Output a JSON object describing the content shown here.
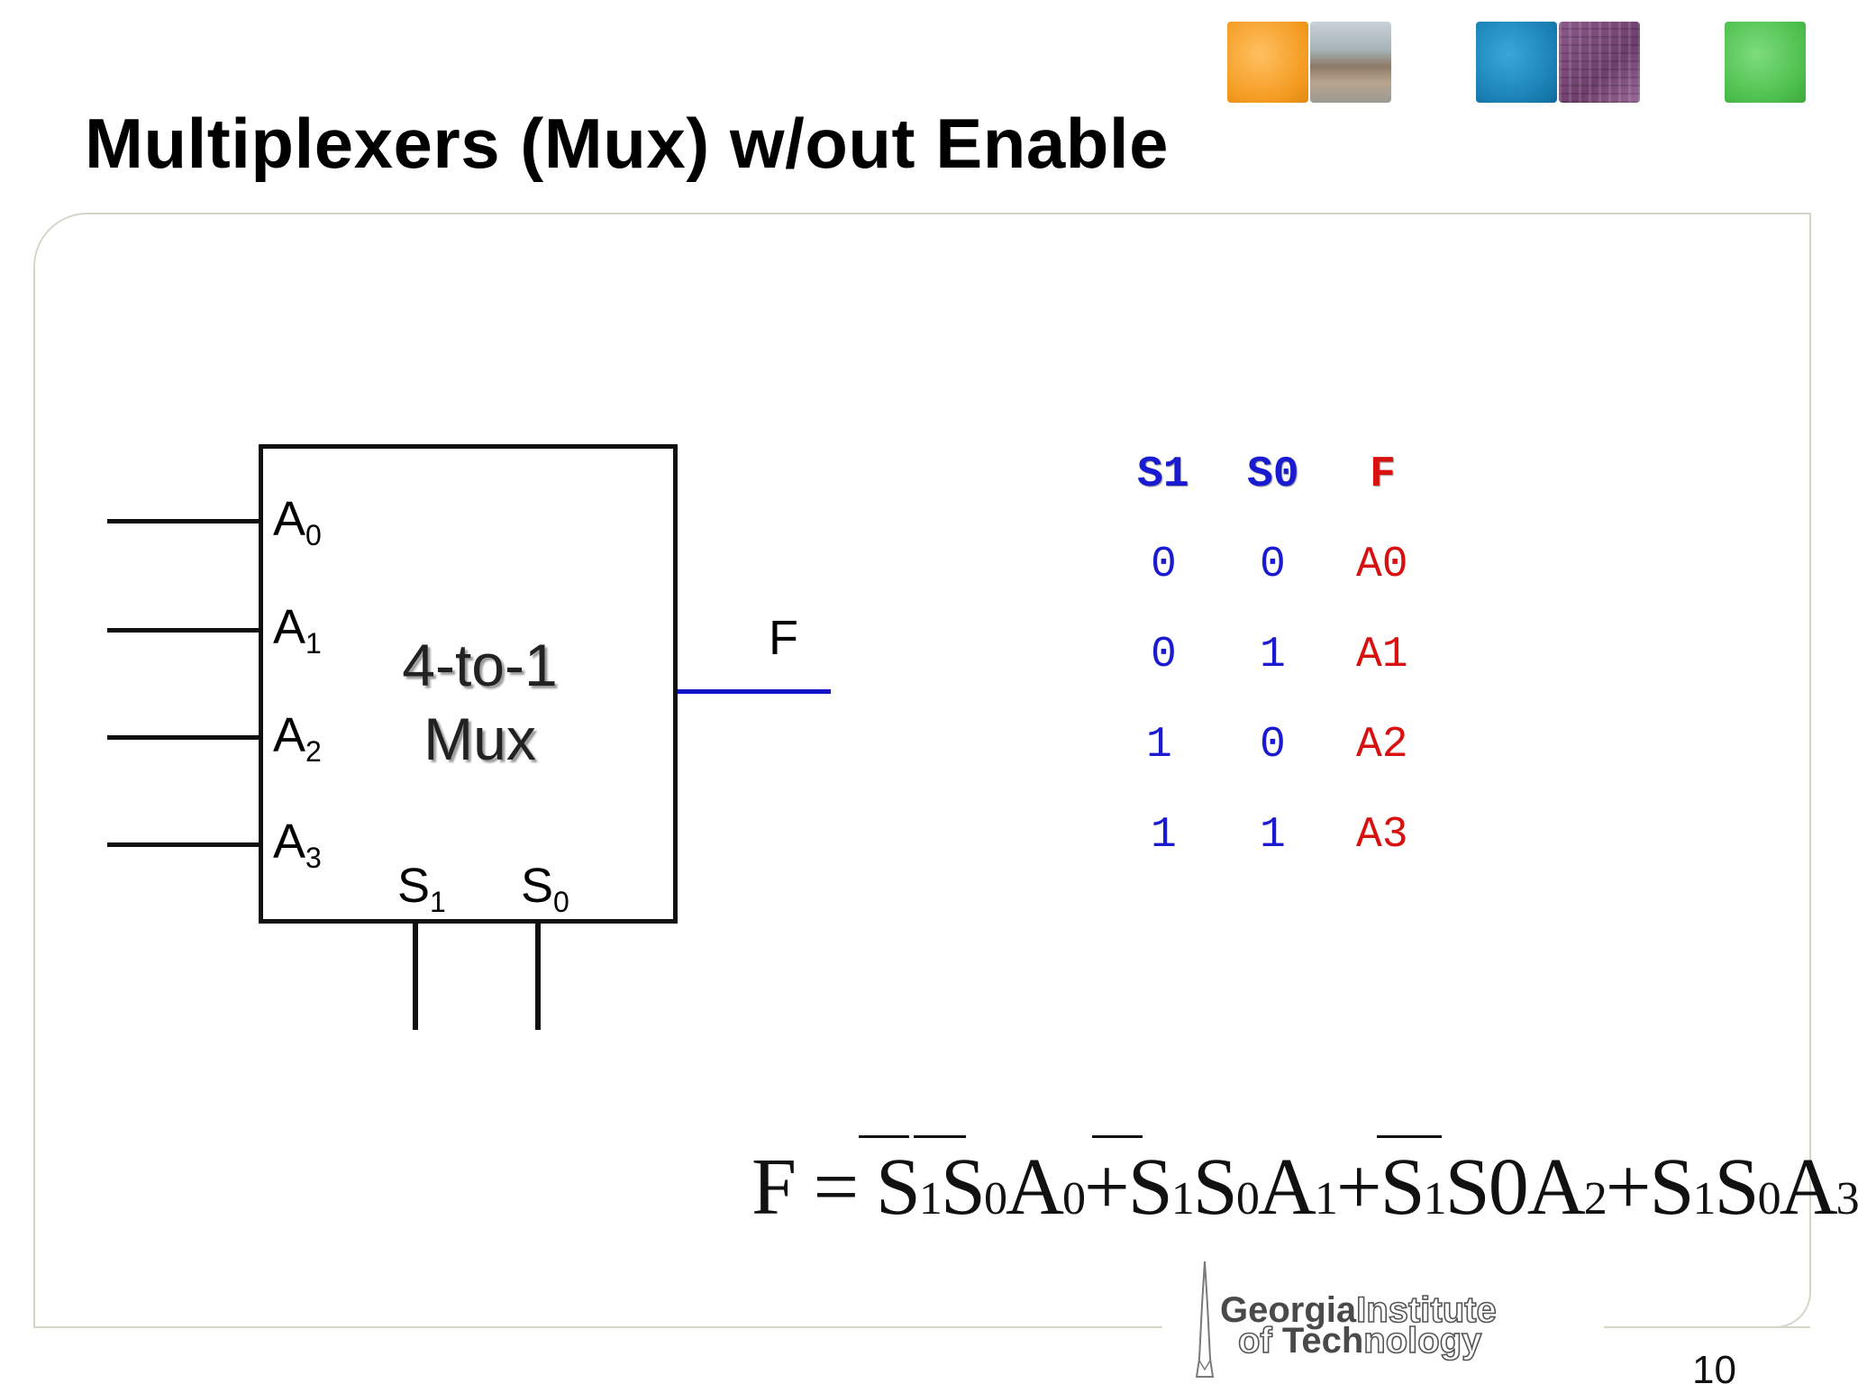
{
  "slide": {
    "title": "Multiplexers (Mux) w/out Enable",
    "page_number": "10"
  },
  "diagram": {
    "inputs": [
      {
        "letter": "A",
        "sub": "0"
      },
      {
        "letter": "A",
        "sub": "1"
      },
      {
        "letter": "A",
        "sub": "2"
      },
      {
        "letter": "A",
        "sub": "3"
      }
    ],
    "selects": [
      {
        "letter": "S",
        "sub": "1"
      },
      {
        "letter": "S",
        "sub": "0"
      }
    ],
    "label_line1": "4-to-1",
    "label_line2": "Mux",
    "output": "F"
  },
  "truth_table": {
    "headers": [
      "S1",
      "S0",
      "F"
    ],
    "rows": [
      [
        "0",
        "0",
        "A0"
      ],
      [
        "0",
        "1",
        "A1"
      ],
      [
        "1",
        "0",
        "A2"
      ],
      [
        "1",
        "1",
        "A3"
      ]
    ]
  },
  "equation": {
    "lhs": "F =",
    "terms": [
      [
        {
          "t": "S",
          "s": "1"
        },
        {
          "t": "S",
          "s": "0"
        },
        {
          "t": "A",
          "s": "0"
        }
      ],
      [
        {
          "t": "S",
          "s": "1"
        },
        {
          "t": "S",
          "s": "0"
        },
        {
          "t": "A",
          "s": "1"
        }
      ],
      [
        {
          "t": "S",
          "s": "1"
        },
        {
          "t": "S0"
        },
        {
          "t": "A",
          "s": "2"
        }
      ],
      [
        {
          "t": "S",
          "s": "1"
        },
        {
          "t": "S",
          "s": "0"
        },
        {
          "t": "A",
          "s": "3"
        }
      ]
    ],
    "plus": "+"
  },
  "footer_logo": {
    "georgia": "Georgia",
    "institute": "Institute",
    "of": "of",
    "tech": "Tech",
    "nology": "nology"
  },
  "colors": {
    "blue": "#1a1ad0",
    "red": "#d81010",
    "tile_orange": "#f49a20",
    "tile_teal": "#1a80b4",
    "tile_purple": "#6e3f6c",
    "tile_green": "#4cbf4c"
  }
}
